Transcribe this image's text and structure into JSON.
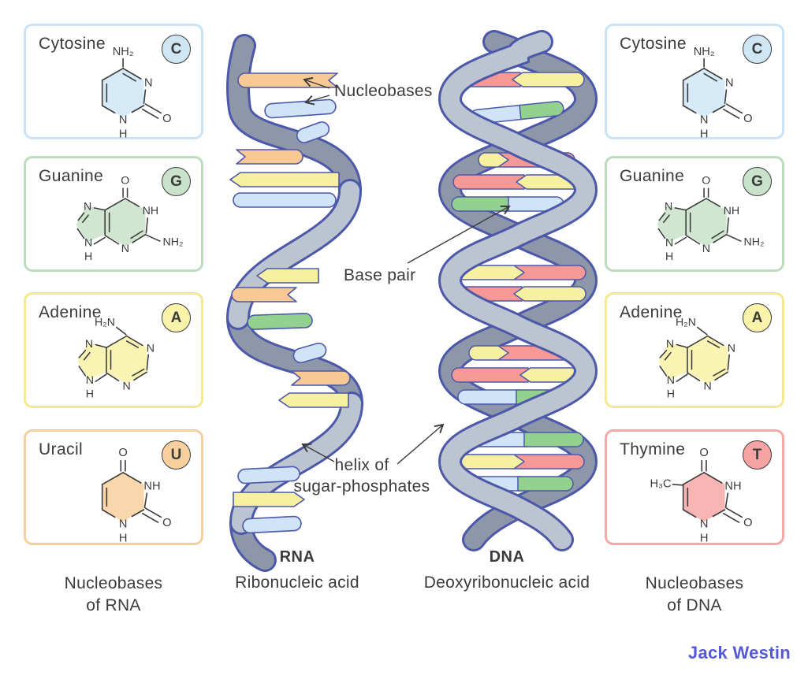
{
  "page": {
    "background": "#ffffff",
    "brand": "Jack Westin",
    "brand_color": "#5459d6"
  },
  "annotations": {
    "nucleobases": "Nucleobases",
    "base_pair": "Base pair",
    "helix_line1": "helix of",
    "helix_line2": "sugar-phosphates"
  },
  "rna": {
    "abbr": "RNA",
    "full": "Ribonucleic acid"
  },
  "dna": {
    "abbr": "DNA",
    "full": "Deoxyribonucleic acid"
  },
  "colors": {
    "backbone_front": "#bcc4d1",
    "backbone_back": "#8d97a9",
    "outline": "#4c58a8",
    "base_red": "#f59896",
    "base_yellow": "#f7f0a0",
    "base_blue": "#cfe4f7",
    "base_green": "#93d18e",
    "base_orange": "#f8c895"
  },
  "rna_strand": {
    "bases_top_to_bottom": [
      "orange",
      "blue",
      "blue",
      "orange",
      "yellow",
      "blue",
      "yellow",
      "orange",
      "green",
      "blue",
      "orange",
      "yellow",
      "blue",
      "yellow",
      "blue"
    ]
  },
  "dna_strand": {
    "pairs_top_to_bottom": [
      [
        "red",
        "yellow"
      ],
      [
        "blue",
        "green"
      ],
      [
        "yellow",
        "red"
      ],
      [
        "red",
        "yellow"
      ],
      [
        "green",
        "blue"
      ],
      [
        "yellow",
        "red"
      ],
      [
        "red",
        "yellow"
      ],
      [
        "yellow",
        "red"
      ],
      [
        "red",
        "yellow"
      ],
      [
        "blue",
        "green"
      ],
      [
        "blue",
        "green"
      ],
      [
        "yellow",
        "red"
      ],
      [
        "blue",
        "green"
      ]
    ]
  },
  "left_panel": {
    "caption_line1": "Nucleobases",
    "caption_line2": "of RNA",
    "boxes": [
      {
        "name": "Cytosine",
        "letter": "C",
        "border": "#c8e4f3",
        "circle_fill": "#cfe7f5",
        "ring_fill": "#d6eaf8",
        "atoms": [
          "NH₂",
          "N",
          "O",
          "N",
          "H"
        ]
      },
      {
        "name": "Guanine",
        "letter": "G",
        "border": "#bcdcbe",
        "circle_fill": "#c9e2ca",
        "ring_fill": "#d0e6d1",
        "atoms": [
          "O",
          "NH",
          "NH₂",
          "N",
          "N",
          "N",
          "H"
        ]
      },
      {
        "name": "Adenine",
        "letter": "A",
        "border": "#f3e98e",
        "circle_fill": "#faf3a9",
        "ring_fill": "#faf4b4",
        "atoms": [
          "H₂N",
          "N",
          "N",
          "N",
          "N",
          "H"
        ]
      },
      {
        "name": "Uracil",
        "letter": "U",
        "border": "#f6cf9e",
        "circle_fill": "#f8cf9e",
        "ring_fill": "#f8d7ad",
        "atoms": [
          "O",
          "NH",
          "O",
          "N",
          "H"
        ]
      }
    ]
  },
  "right_panel": {
    "caption_line1": "Nucleobases",
    "caption_line2": "of DNA",
    "boxes": [
      {
        "name": "Cytosine",
        "letter": "C",
        "border": "#c8e4f3",
        "circle_fill": "#cfe7f5",
        "ring_fill": "#d6eaf8",
        "atoms": [
          "NH₂",
          "N",
          "O",
          "N",
          "H"
        ]
      },
      {
        "name": "Guanine",
        "letter": "G",
        "border": "#bcdcbe",
        "circle_fill": "#c9e2ca",
        "ring_fill": "#d0e6d1",
        "atoms": [
          "O",
          "NH",
          "NH₂",
          "N",
          "N",
          "N",
          "H"
        ]
      },
      {
        "name": "Adenine",
        "letter": "A",
        "border": "#f3e98e",
        "circle_fill": "#faf3a9",
        "ring_fill": "#faf4b4",
        "atoms": [
          "H₂N",
          "N",
          "N",
          "N",
          "N",
          "H"
        ]
      },
      {
        "name": "Thymine",
        "letter": "T",
        "border": "#f5a9a7",
        "circle_fill": "#f7a3a1",
        "ring_fill": "#f8b5b3",
        "atoms": [
          "H₃C",
          "O",
          "NH",
          "O",
          "N",
          "H"
        ]
      }
    ]
  }
}
